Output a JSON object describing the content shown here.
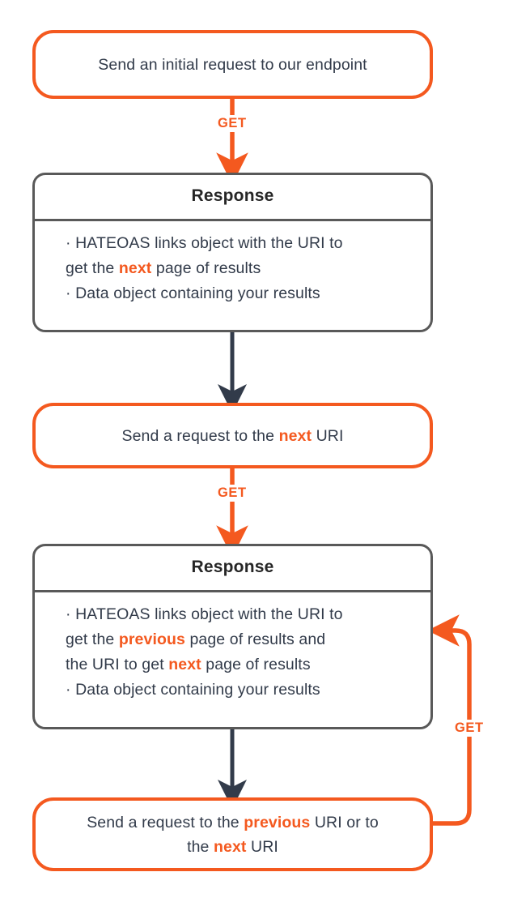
{
  "diagram": {
    "title": "HATEOAS pagination request flow",
    "colors": {
      "accent": "#F4591F",
      "text": "#323B4A",
      "box_border_gray": "#595959",
      "arrow_dark": "#323B4A",
      "background": "#FFFFFF"
    },
    "nodes": [
      {
        "id": "initial-request",
        "type": "action",
        "text_plain": "Send an initial request to our endpoint",
        "lines": [
          [
            {
              "t": "Send an initial request to our endpoint",
              "hl": false
            }
          ]
        ]
      },
      {
        "id": "response-1",
        "type": "response",
        "title": "Response",
        "bullets": [
          {
            "lines": [
              [
                {
                  "t": "· HATEOAS links object with the URI to",
                  "hl": false
                }
              ],
              [
                {
                  "t": "get the ",
                  "hl": false
                },
                {
                  "t": "next",
                  "hl": true
                },
                {
                  "t": " page of results",
                  "hl": false
                }
              ]
            ]
          },
          {
            "lines": [
              [
                {
                  "t": "· Data object containing your results",
                  "hl": false
                }
              ]
            ]
          }
        ]
      },
      {
        "id": "next-request",
        "type": "action",
        "text_plain": "Send a request to the next URI",
        "lines": [
          [
            {
              "t": "Send a request to the ",
              "hl": false
            },
            {
              "t": "next",
              "hl": true
            },
            {
              "t": " URI",
              "hl": false
            }
          ]
        ]
      },
      {
        "id": "response-2",
        "type": "response",
        "title": "Response",
        "bullets": [
          {
            "lines": [
              [
                {
                  "t": "· HATEOAS links object with the URI to",
                  "hl": false
                }
              ],
              [
                {
                  "t": "get the ",
                  "hl": false
                },
                {
                  "t": "previous",
                  "hl": true
                },
                {
                  "t": " page of results and",
                  "hl": false
                }
              ],
              [
                {
                  "t": "the URI to get ",
                  "hl": false
                },
                {
                  "t": "next",
                  "hl": true
                },
                {
                  "t": " page of results",
                  "hl": false
                }
              ]
            ]
          },
          {
            "lines": [
              [
                {
                  "t": "· Data object containing your results",
                  "hl": false
                }
              ]
            ]
          }
        ]
      },
      {
        "id": "prev-or-next-request",
        "type": "action",
        "text_plain": "Send a request to the previous URI or to the next URI",
        "lines": [
          [
            {
              "t": "Send a request to the ",
              "hl": false
            },
            {
              "t": "previous",
              "hl": true
            },
            {
              "t": " URI or to",
              "hl": false
            }
          ],
          [
            {
              "t": "the ",
              "hl": false
            },
            {
              "t": "next",
              "hl": true
            },
            {
              "t": " URI",
              "hl": false
            }
          ]
        ]
      }
    ],
    "edges": [
      {
        "id": "edge-get-1",
        "label": "GET",
        "from": "initial-request",
        "to": "response-1",
        "color": "#F4591F"
      },
      {
        "id": "edge-plain-1",
        "label": "",
        "from": "response-1",
        "to": "next-request",
        "color": "#323B4A"
      },
      {
        "id": "edge-get-2",
        "label": "GET",
        "from": "next-request",
        "to": "response-2",
        "color": "#F4591F"
      },
      {
        "id": "edge-plain-2",
        "label": "",
        "from": "response-2",
        "to": "prev-or-next-request",
        "color": "#323B4A"
      },
      {
        "id": "edge-get-loop",
        "label": "GET",
        "from": "prev-or-next-request",
        "to": "response-2",
        "color": "#F4591F"
      }
    ]
  }
}
